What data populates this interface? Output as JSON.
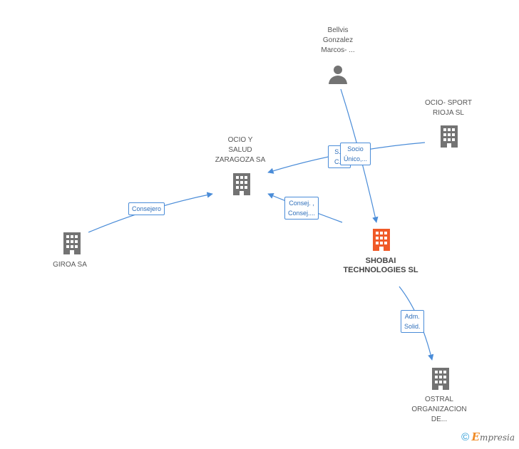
{
  "nodes": {
    "bellvis": [
      "Bellvis",
      "Gonzalez",
      "Marcos- ..."
    ],
    "ocio_sport": [
      "OCIO- SPORT",
      "RIOJA SL"
    ],
    "ocio_salud": [
      "OCIO Y",
      "SALUD",
      "ZARAGOZA SA"
    ],
    "giroa": [
      "GIROA SA"
    ],
    "shobai": [
      "SHOBAI",
      "TECHNOLOGIES SL"
    ],
    "ostral": [
      "OSTRAL",
      "ORGANIZACION",
      "DE..."
    ]
  },
  "edges": {
    "consejero": [
      "Consejero"
    ],
    "socio_back": [
      "S...",
      "C..."
    ],
    "socio_unico": [
      "Socio",
      "Único,..."
    ],
    "consej": [
      "Consej. ,",
      "Consej...."
    ],
    "adm_solid": [
      "Adm.",
      "Solid."
    ]
  },
  "footer": {
    "copyright": "©",
    "brand_initial": "E",
    "brand_rest": "mpresia"
  },
  "colors": {
    "edge": "#4a8cd8",
    "building": "#737373",
    "focus_building": "#f05a28"
  }
}
